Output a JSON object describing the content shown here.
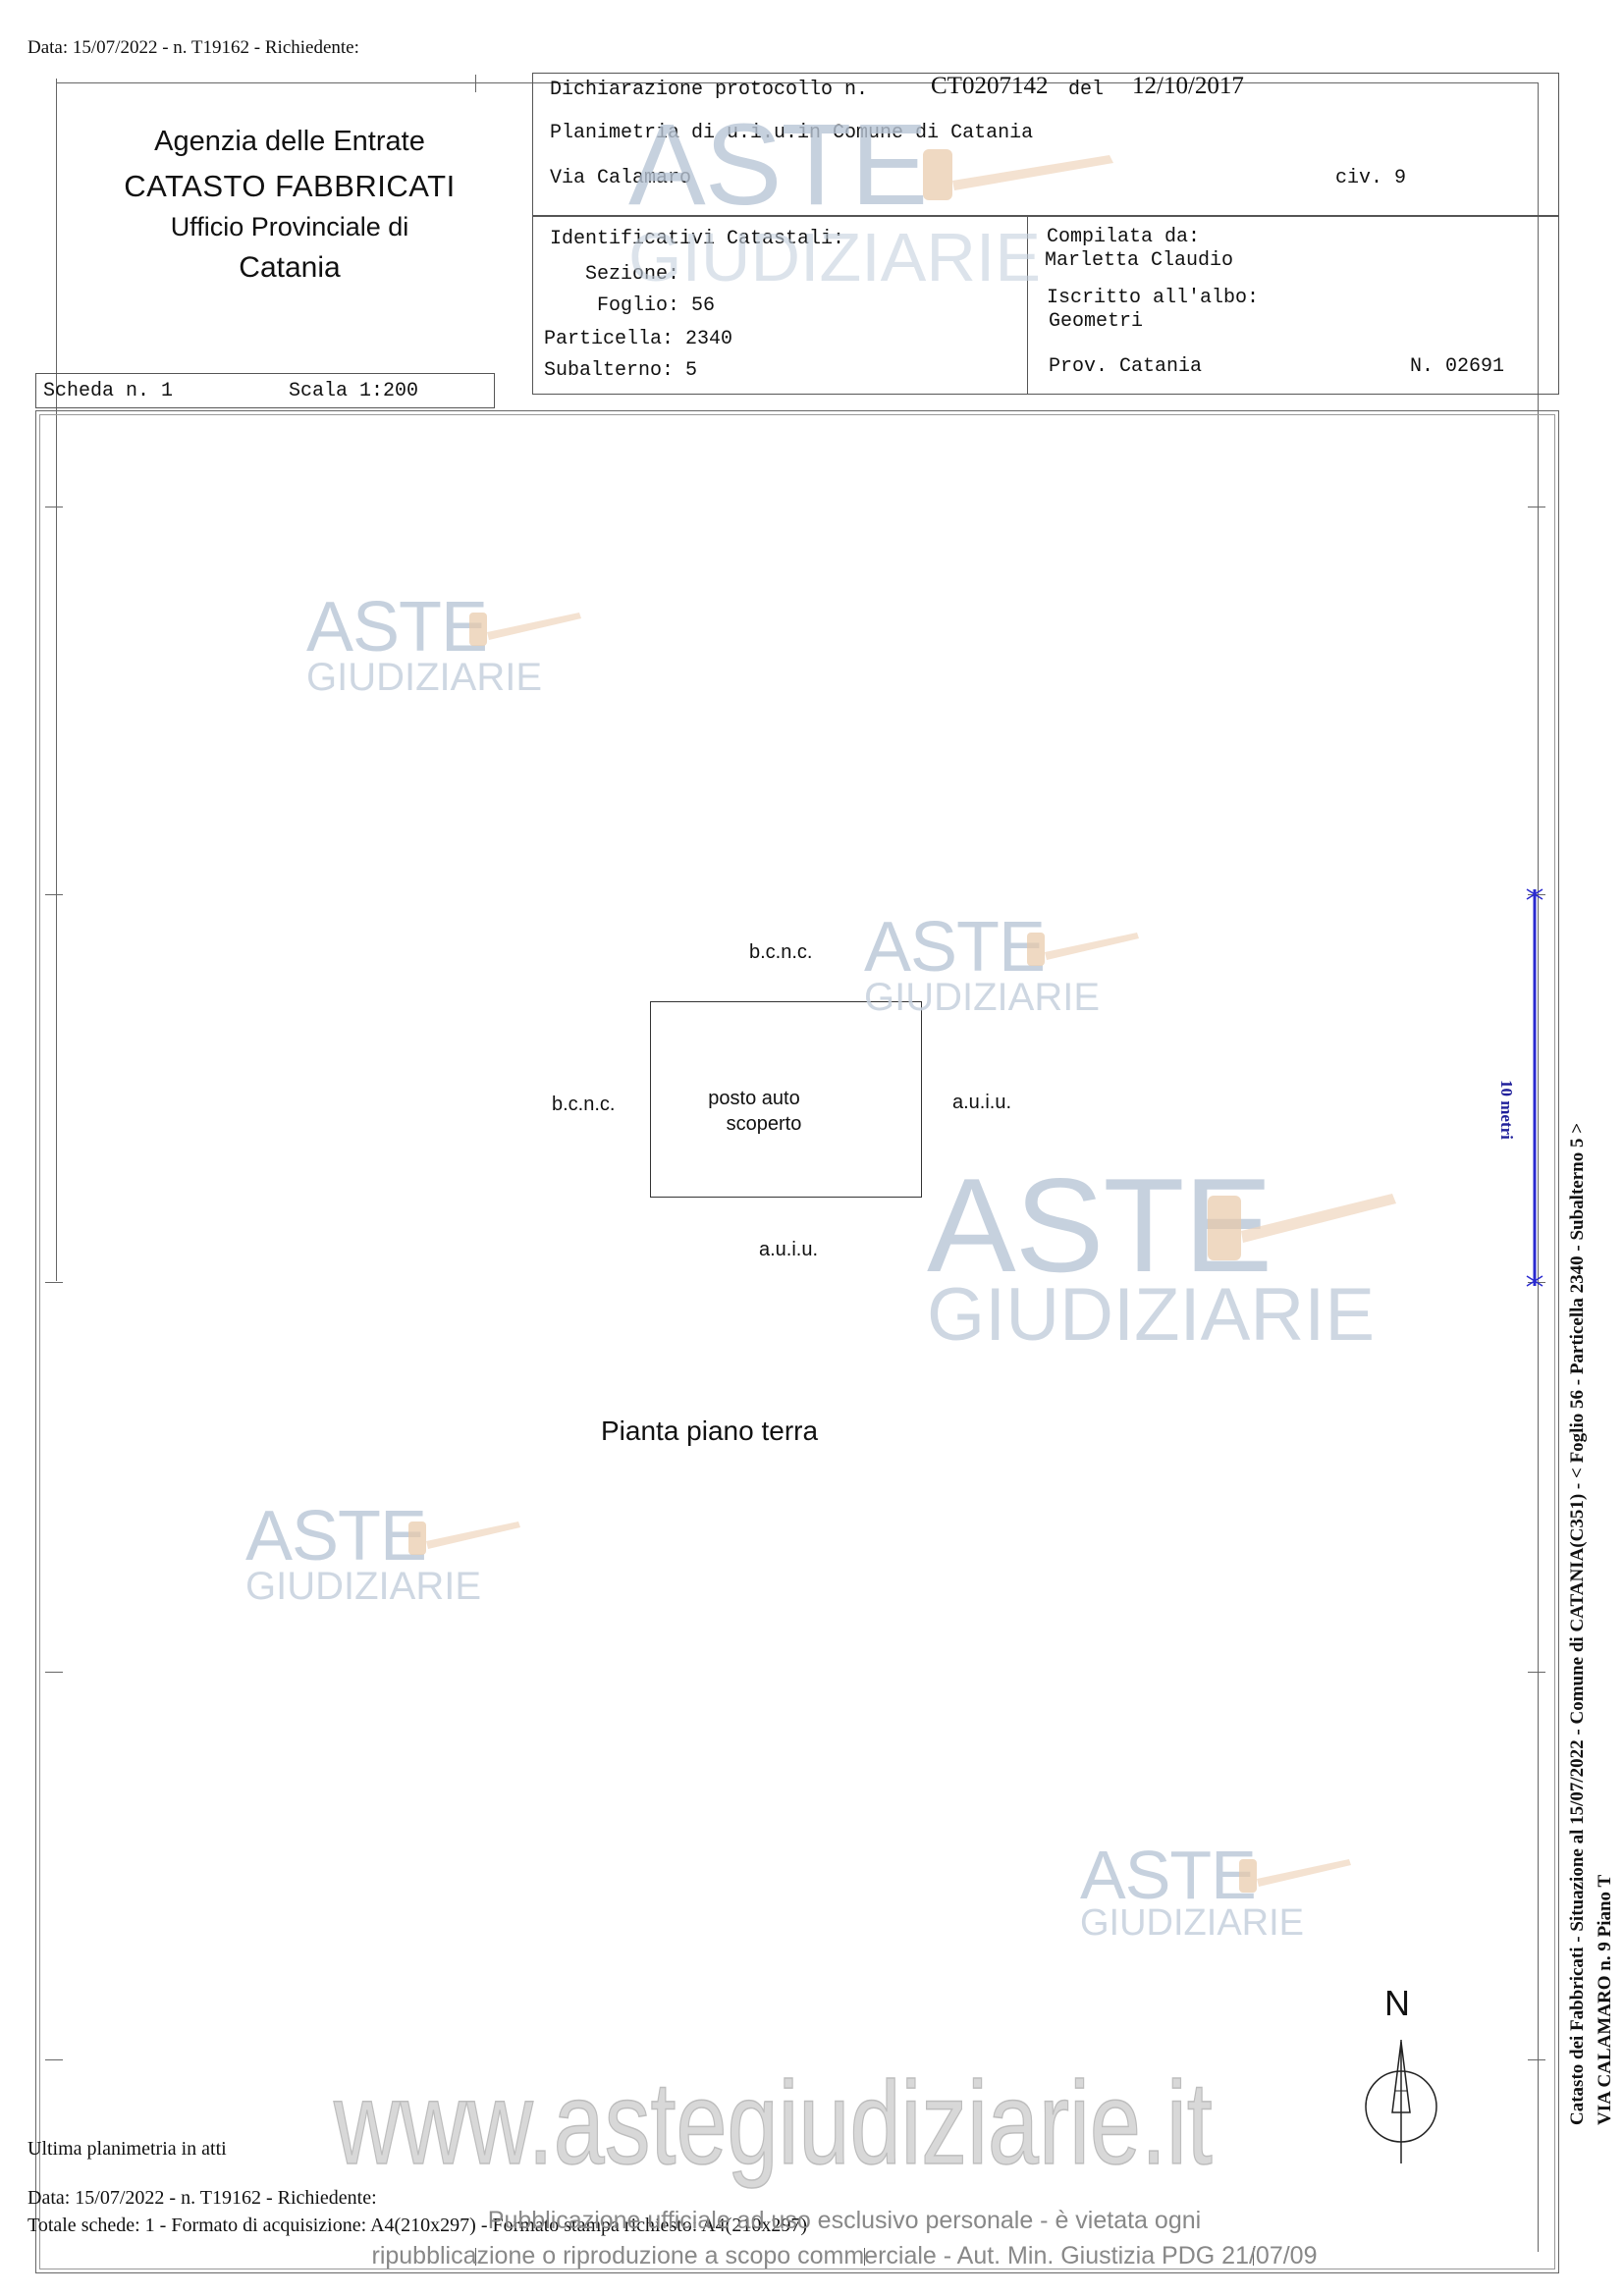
{
  "header_top": "Data: 15/07/2022 - n. T19162 - Richiedente:",
  "agency": {
    "line1": "Agenzia delle Entrate",
    "line2": "CATASTO FABBRICATI",
    "line3": "Ufficio Provinciale di",
    "line4": "Catania"
  },
  "declaration": {
    "label": "Dichiarazione protocollo n.",
    "number": "CT0207142",
    "del_label": "del",
    "date": "12/10/2017",
    "planimetria": "Planimetria di u.i.u.in Comune di Catania",
    "street": "Via Calamaro",
    "civ": "civ. 9"
  },
  "identificativi": {
    "title": "Identificativi Catastali:",
    "sezione": "Sezione:",
    "foglio": "Foglio: 56",
    "particella": "Particella: 2340",
    "subalterno": "Subalterno: 5"
  },
  "compilata": {
    "label": "Compilata da:",
    "name": "Marletta Claudio",
    "albo_label": "Iscritto all'albo:",
    "albo": "Geometri",
    "prov": "Prov. Catania",
    "num": "N. 02691"
  },
  "scheda": {
    "label": "Scheda n. 1",
    "scala": "Scala 1:200"
  },
  "plan": {
    "top": "b.c.n.c.",
    "left": "b.c.n.c.",
    "right": "a.u.i.u.",
    "bottom": "a.u.i.u.",
    "room_line1": "posto auto",
    "room_line2": "scoperto",
    "caption": "Pianta piano terra",
    "north": "N"
  },
  "scale_bar_label": "10 metri",
  "side_text_1": "Catasto dei Fabbricati - Situazione al 15/07/2022 - Comune di CATANIA(C351) - < Foglio 56 - Particella 2340 - Subalterno 5 >",
  "side_text_2": "VIA CALAMARO n. 9 Piano T",
  "footer": {
    "ultima": "Ultima planimetria in atti",
    "data": "Data: 15/07/2022 - n. T19162 - Richiedente:",
    "totale": "Totale schede: 1 - Formato di acquisizione: A4(210x297) - Formato stampa richiesto: A4(210x297)"
  },
  "watermark": {
    "logo_big": "ASTE",
    "logo_small": "GIUDIZIARIE",
    "url": "www.astegiudiziarie.it",
    "notice_line1": "Pubblicazione ufficiale ad uso esclusivo personale - è vietata ogni",
    "notice_line2": "ripubblicazione o riproduzione a scopo commerciale - Aut. Min. Giustizia PDG 21/07/09"
  }
}
